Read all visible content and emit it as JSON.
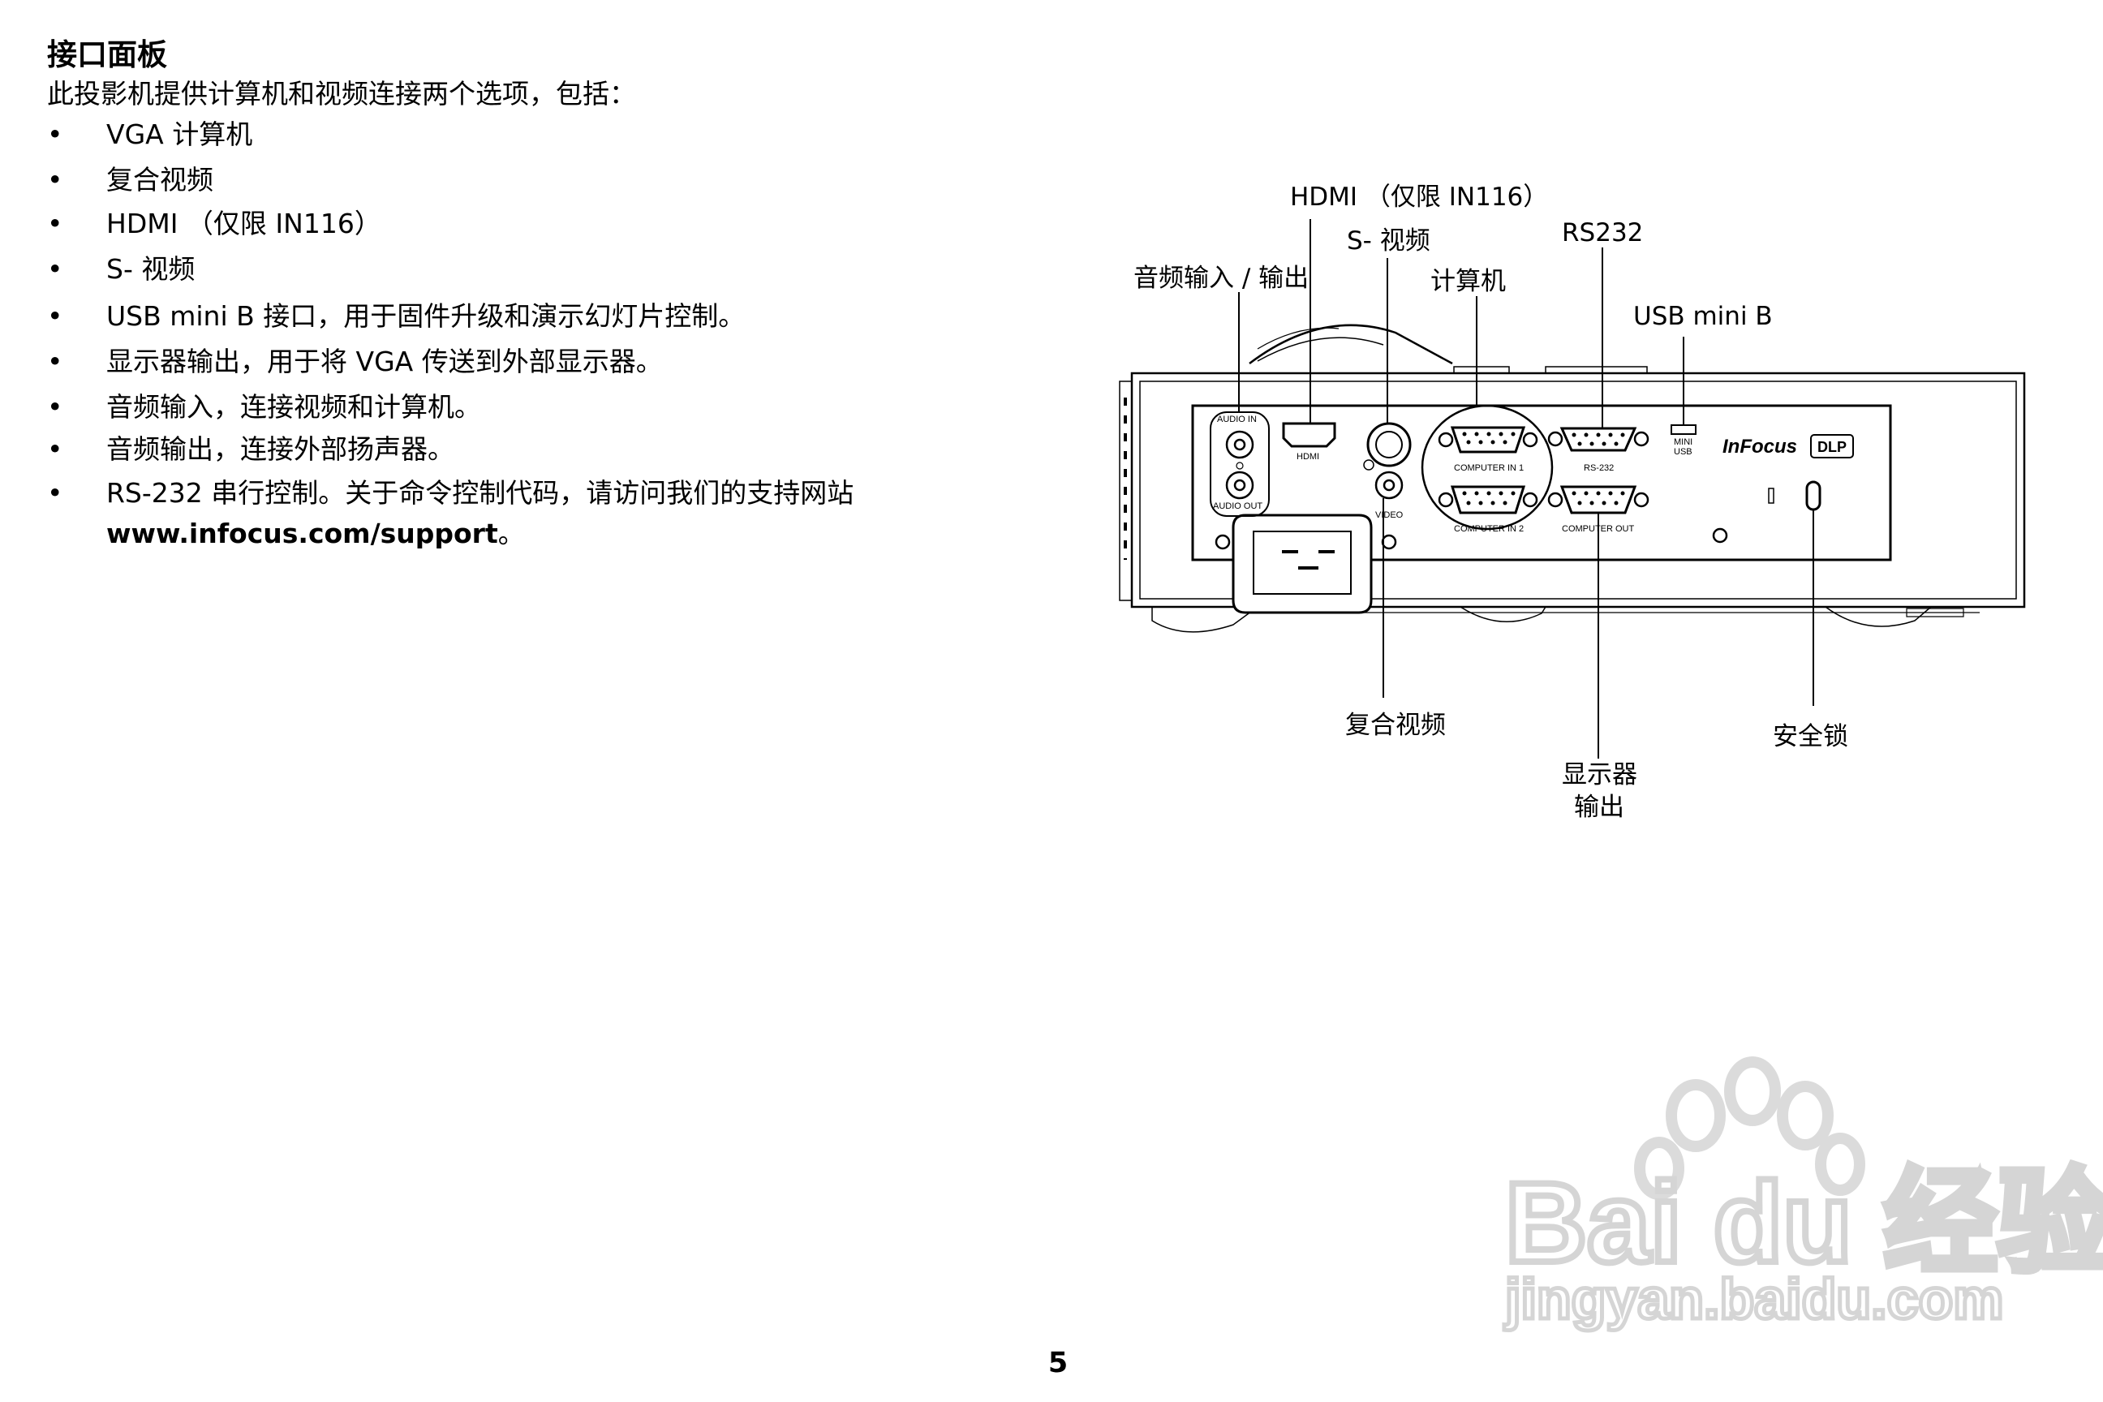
{
  "heading": "接口面板",
  "intro": "此投影机提供计算机和视频连接两个选项，包括：",
  "features": [
    {
      "bullet": "•",
      "text": "VGA 计算机"
    },
    {
      "bullet": "•",
      "text": "复合视频"
    },
    {
      "bullet": "•",
      "text": "HDMI （仅限 IN116）"
    },
    {
      "bullet": "•",
      "text": "S- 视频"
    },
    {
      "bullet": "•",
      "text": "USB mini B 接口，用于固件升级和演示幻灯片控制。"
    },
    {
      "bullet": "•",
      "text": "显示器输出，用于将 VGA 传送到外部显示器。"
    },
    {
      "bullet": "•",
      "text": "音频输入，连接视频和计算机。"
    },
    {
      "bullet": "•",
      "text": "音频输出，连接外部扬声器。"
    },
    {
      "bullet": "•",
      "text": "RS-232 串行控制。关于命令控制代码，请访问我们的支持网站",
      "link": "www.infocus.com/support",
      "link_suffix": "。"
    }
  ],
  "diagram": {
    "callouts": {
      "hdmi": "HDMI （仅限 IN116）",
      "s_video": "S- 视频",
      "rs232": "RS232",
      "audio_in_out": "音频输入 / 输出",
      "computer": "计算机",
      "usb_mini_b": "USB mini B",
      "composite_video": "复合视频",
      "security_lock": "安全锁",
      "monitor_out_line1": "显示器",
      "monitor_out_line2": "输出"
    },
    "port_labels": {
      "audio_in": "AUDIO IN",
      "audio_out": "AUDIO OUT",
      "hdmi": "HDMI",
      "video": "VIDEO",
      "computer_in_1": "COMPUTER IN 1",
      "computer_in_2": "COMPUTER IN 2",
      "rs_232": "RS-232",
      "computer_out": "COMPUTER OUT",
      "mini_usb_1": "MINI",
      "mini_usb_2": "USB"
    },
    "brand": "InFocus",
    "dlp_logo": "DLP"
  },
  "watermark": {
    "brand": "Bai du 经验",
    "url": "jingyan.baidu.com"
  },
  "page_number": "5"
}
